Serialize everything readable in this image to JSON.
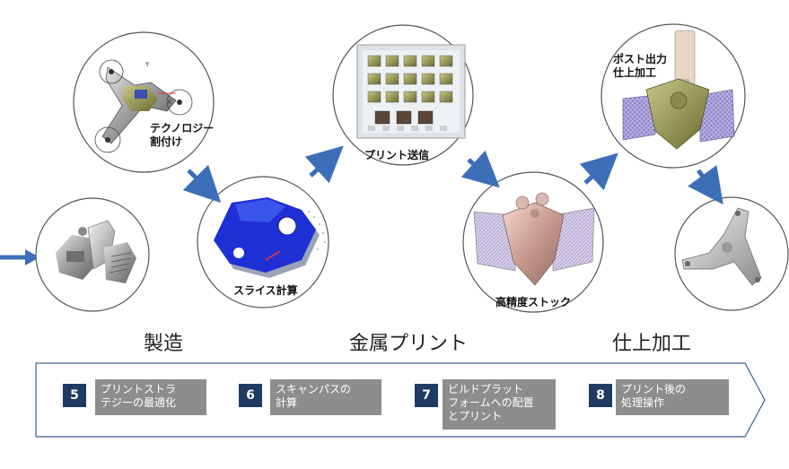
{
  "stages": {
    "technology_assignment": [
      "テクノロジー",
      "割付け"
    ],
    "slice_calc": "スライス計算",
    "print_send": "プリント送信",
    "high_precision_stock": "高精度ストック",
    "post_output": [
      "ポスト出力",
      "仕上加工"
    ]
  },
  "sections": {
    "manufacturing": "製造",
    "metal_print": "金属プリント",
    "finishing": "仕上加工"
  },
  "steps": [
    {
      "number": "5",
      "lines": [
        "プリントストラ",
        "テジーの最適化"
      ]
    },
    {
      "number": "6",
      "lines": [
        "スキャンパスの",
        "計算"
      ]
    },
    {
      "number": "7",
      "lines": [
        "ビルドプラット",
        "フォームへの配置",
        "とプリント"
      ]
    },
    {
      "number": "8",
      "lines": [
        "プリント後の",
        "処理操作"
      ]
    }
  ],
  "colors": {
    "arrow": "#3d6fb8",
    "step_number_bg": "#1f3a63",
    "step_text_bg": "#8d8d8d"
  }
}
